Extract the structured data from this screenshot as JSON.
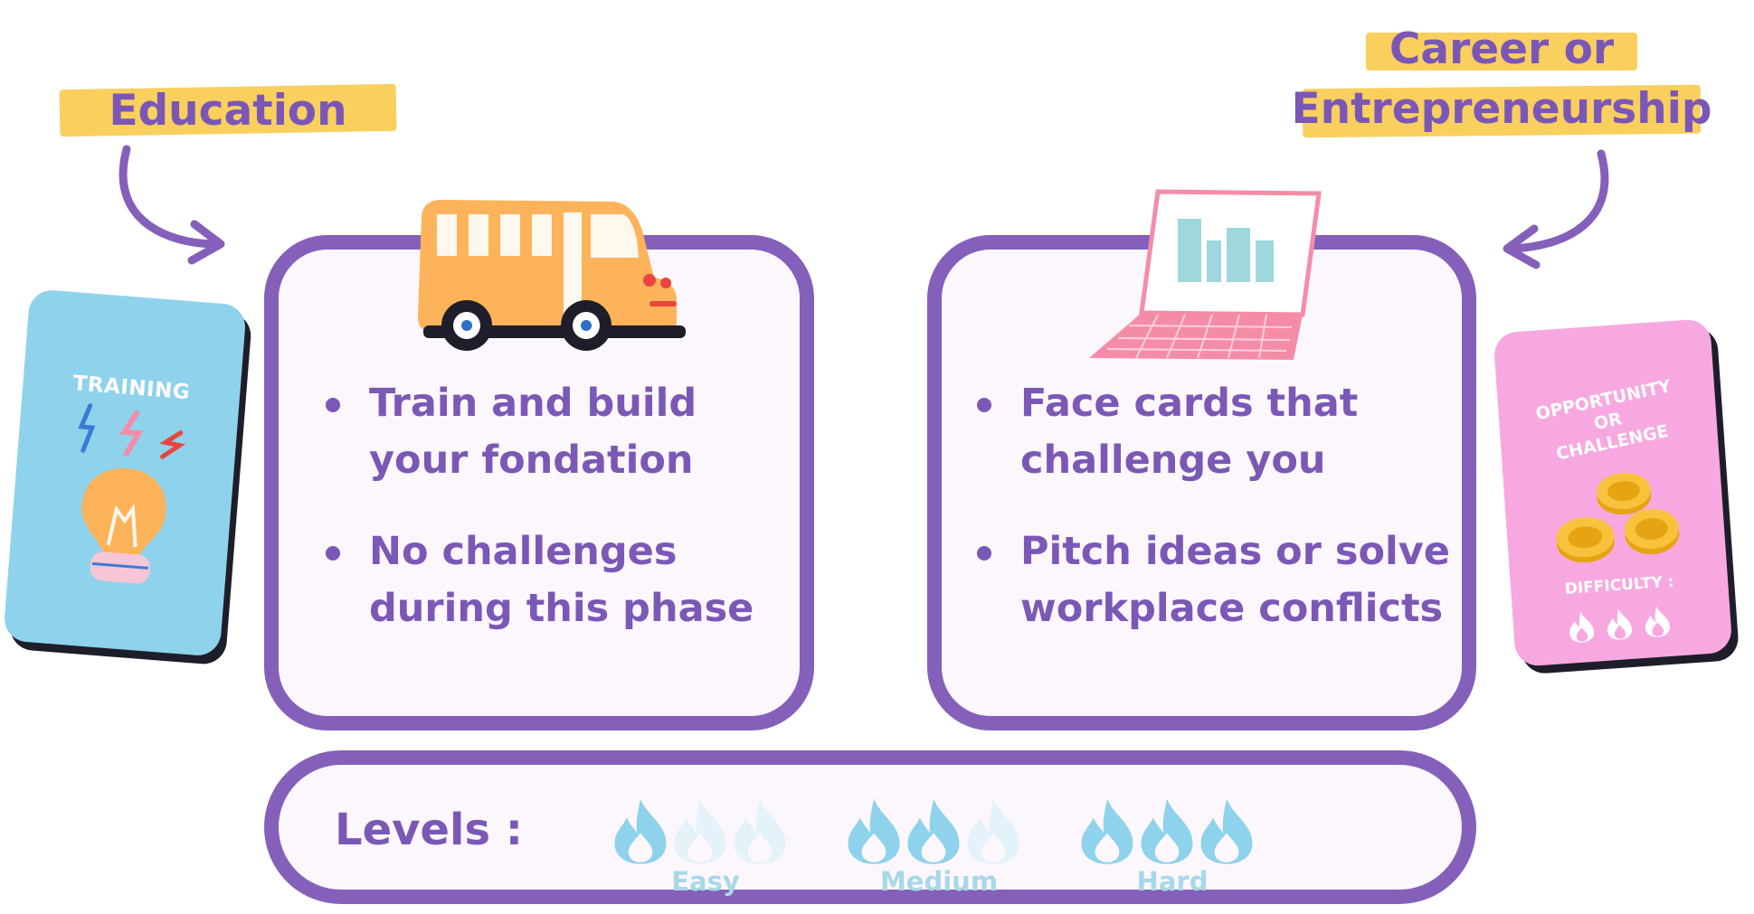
{
  "phases": {
    "education": {
      "title": "Education",
      "bullets": [
        "Train and build your fondation",
        "No challenges during this phase"
      ]
    },
    "career": {
      "title_line1": "Career or",
      "title_line2": "Entrepreneurship",
      "bullets": [
        "Face cards that challenge you",
        "Pitch ideas or solve workplace conflicts"
      ]
    }
  },
  "cards": {
    "training": {
      "title": "TRAINING"
    },
    "opportunity": {
      "title_line1": "OPPORTUNITY",
      "title_line2": "OR",
      "title_line3": "CHALLENGE",
      "difficulty_label": "DIFFICULTY :"
    }
  },
  "levels": {
    "label": "Levels :",
    "items": [
      {
        "name": "Easy",
        "flames_active": 1,
        "flames_total": 3
      },
      {
        "name": "Medium",
        "flames_active": 2,
        "flames_total": 3
      },
      {
        "name": "Hard",
        "flames_active": 3,
        "flames_total": 3
      }
    ]
  },
  "icons": [
    "arrow-down-right-icon",
    "arrow-down-left-icon",
    "school-bus-icon",
    "laptop-chart-icon",
    "lightbulb-icon",
    "lightning-icon",
    "coin-icon",
    "flame-icon"
  ],
  "colors": {
    "accent": "#8460bb",
    "text": "#7b58b6",
    "highlight": "#f9cf5e",
    "panel_bg": "#fcf7fc",
    "training_card": "#8fd2ec",
    "opportunity_card": "#f8a8e0",
    "flame_active": "#8fd2ec",
    "flame_inactive": "#e3f3f9",
    "bus": "#fdb35a",
    "laptop": "#f48ca8"
  }
}
